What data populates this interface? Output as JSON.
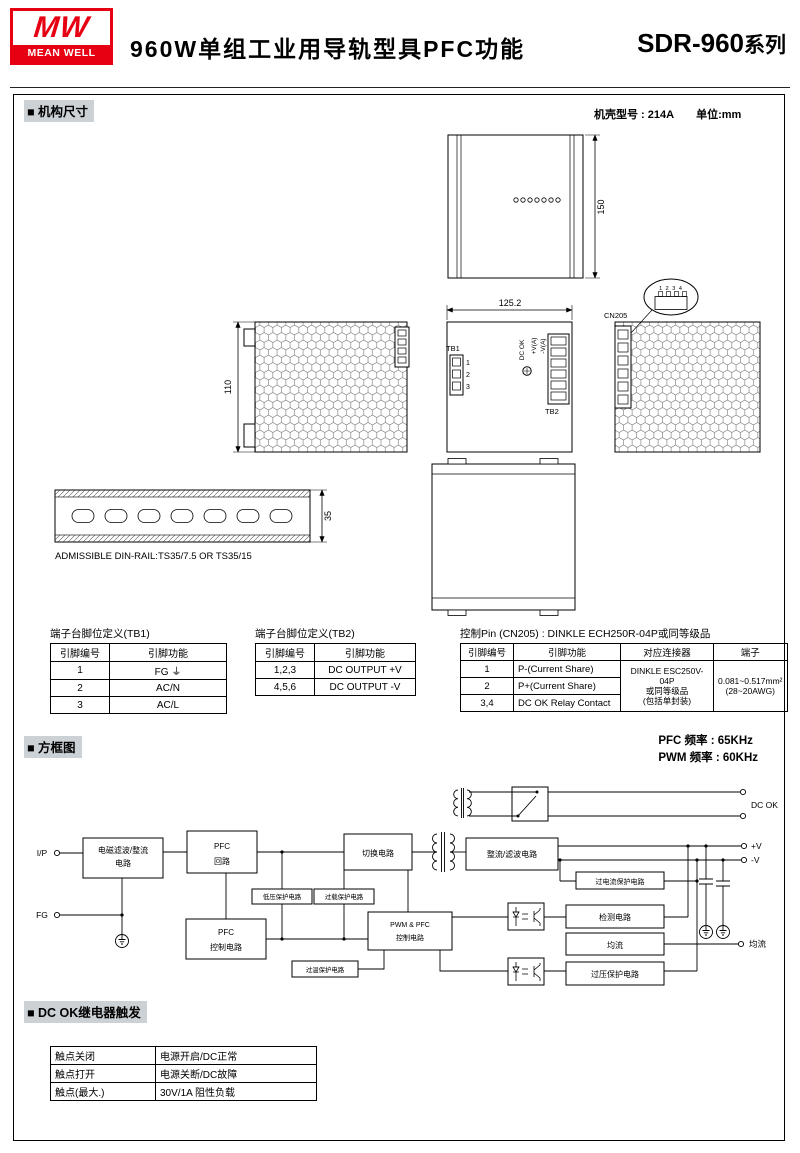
{
  "colors": {
    "brand_red": "#e60012",
    "section_bg": "#ccd1d6"
  },
  "header": {
    "logo_mw": "MW",
    "logo_brand": "MEAN WELL",
    "title": "960W单组工业用导轨型具PFC功能",
    "series": "SDR-960",
    "series_suffix": "系列"
  },
  "mech": {
    "section_title": "■ 机构尺寸",
    "case_model": "机壳型号 : 214A",
    "unit": "单位:mm",
    "din_note": "ADMISSIBLE DIN-RAIL:TS35/7.5 OR TS35/15",
    "dims": {
      "height": "150",
      "width": "125.2",
      "depth": "110",
      "rail": "35"
    },
    "labels": {
      "tb1": "TB1",
      "tb2": "TB2",
      "cn205": "CN205",
      "cn205_pins": "1 2 3 4",
      "pins": [
        "1",
        "2",
        "3"
      ],
      "dc_ok": "DC OK",
      "v_plus": "+V(A)",
      "v_minus": "-V(A)"
    }
  },
  "tb1": {
    "title": "端子台脚位定义(TB1)",
    "headers": [
      "引脚编号",
      "引脚功能"
    ],
    "rows": [
      [
        "1",
        "FG ⏚"
      ],
      [
        "2",
        "AC/N"
      ],
      [
        "3",
        "AC/L"
      ]
    ]
  },
  "tb2": {
    "title": "端子台脚位定义(TB2)",
    "headers": [
      "引脚编号",
      "引脚功能"
    ],
    "rows": [
      [
        "1,2,3",
        "DC OUTPUT +V"
      ],
      [
        "4,5,6",
        "DC OUTPUT -V"
      ]
    ]
  },
  "cn205": {
    "title": "控制Pin (CN205) : DINKLE ECH250R-04P或同等级品",
    "headers": [
      "引脚编号",
      "引脚功能",
      "对应连接器",
      "端子"
    ],
    "rows": [
      [
        "1",
        "P-(Current Share)"
      ],
      [
        "2",
        "P+(Current Share)"
      ],
      [
        "3,4",
        "DC OK Relay Contact"
      ]
    ],
    "connector": "DINKLE ESC250V-04P\n或同等级品\n(包括单封装)",
    "terminal": "0.081~0.517mm²\n(28~20AWG)"
  },
  "block": {
    "section_title": "■ 方框图",
    "pfc_freq": "PFC 频率 : 65KHz",
    "pwm_freq": "PWM 频率 : 60KHz",
    "labels": {
      "ip": "I/P",
      "fg": "FG",
      "emi1": "电磁滤波/整流",
      "emi2": "电路",
      "pfc1": "PFC",
      "pfc2": "回路",
      "sw": "切换电路",
      "rect": "整流/滤波电路",
      "lvp": "低压保护电路",
      "olp": "过载保护电路",
      "pfcc1": "PFC",
      "pfcc2": "控制电路",
      "pwm1": "PWM & PFC",
      "pwm2": "控制电路",
      "otp": "过温保护电路",
      "ocp": "过电流保护电路",
      "detect": "检测电路",
      "share": "均流",
      "ovp": "过压保护电路",
      "dcok": "DC OK",
      "vplus": "+V",
      "vminus": "-V",
      "share_out": "均流"
    }
  },
  "dcok_table": {
    "section_title": "■ DC OK继电器触发",
    "rows": [
      [
        "触点关闭",
        "电源开启/DC正常"
      ],
      [
        "触点打开",
        "电源关断/DC故障"
      ],
      [
        "触点(最大.)",
        "30V/1A 阻性负载"
      ]
    ]
  }
}
